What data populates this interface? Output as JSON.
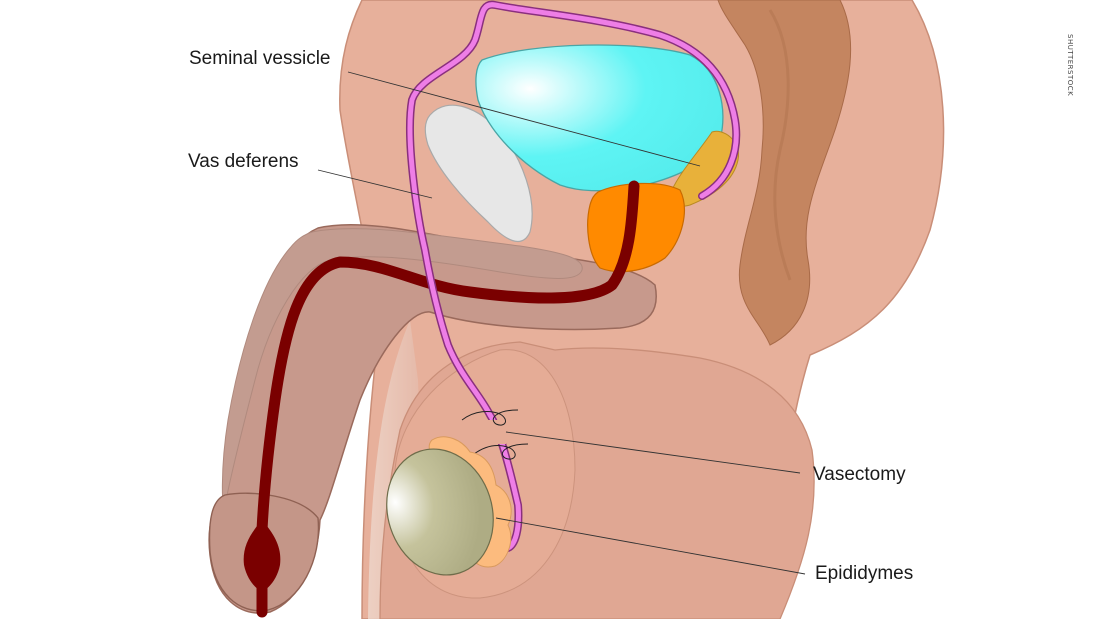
{
  "labels": {
    "seminal_vesicle": "Seminal vessicle",
    "vas_deferens": "Vas deferens",
    "vasectomy": "Vasectomy",
    "epididymes": "Epididymes"
  },
  "watermark": "SHUTTERSTOCK",
  "colors": {
    "skin": "#e7b09b",
    "skin_dark": "#d69c86",
    "skin_shade": "#e0a793",
    "rectum": "#c48560",
    "bladder": "#5ef4f4",
    "prostate": "#ff8a00",
    "seminal_vesicle": "#e8b13a",
    "urethra": "#7a0000",
    "vas_deferens": "#ee7ee6",
    "erectile_tissue": "#c39c90",
    "bone": "#e7e7e7",
    "testis": "#b5b38c",
    "epididymis": "#fcbb7e"
  }
}
